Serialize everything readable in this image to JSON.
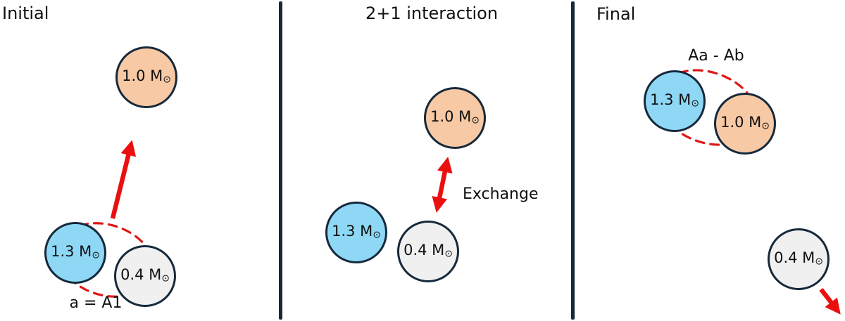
{
  "colors": {
    "outline_navy": "#16293b",
    "arrow_red": "#ea1010",
    "orbit_dash_red": "#df1717",
    "star_orange_fill": "#f7c9a4",
    "star_blue_fill": "#8ed8f6",
    "star_gray_fill": "#f0f0f0",
    "text": "#111111",
    "background": "#ffffff"
  },
  "panels": [
    {
      "title": "Initial",
      "annotation": "a = A1",
      "stars": [
        {
          "mass_label": "1.0 M",
          "mass_sub": "⊙"
        },
        {
          "mass_label": "1.3 M",
          "mass_sub": "⊙"
        },
        {
          "mass_label": "0.4 M",
          "mass_sub": "⊙"
        }
      ]
    },
    {
      "title": "2+1 interaction",
      "annotation": "Exchange",
      "stars": [
        {
          "mass_label": "1.0 M",
          "mass_sub": "⊙"
        },
        {
          "mass_label": "1.3 M",
          "mass_sub": "⊙"
        },
        {
          "mass_label": "0.4 M",
          "mass_sub": "⊙"
        }
      ]
    },
    {
      "title": "Final",
      "annotation": "Aa - Ab",
      "stars": [
        {
          "mass_label": "1.3 M",
          "mass_sub": "⊙"
        },
        {
          "mass_label": "1.0 M",
          "mass_sub": "⊙"
        },
        {
          "mass_label": "0.4 M",
          "mass_sub": "⊙"
        }
      ]
    }
  ]
}
